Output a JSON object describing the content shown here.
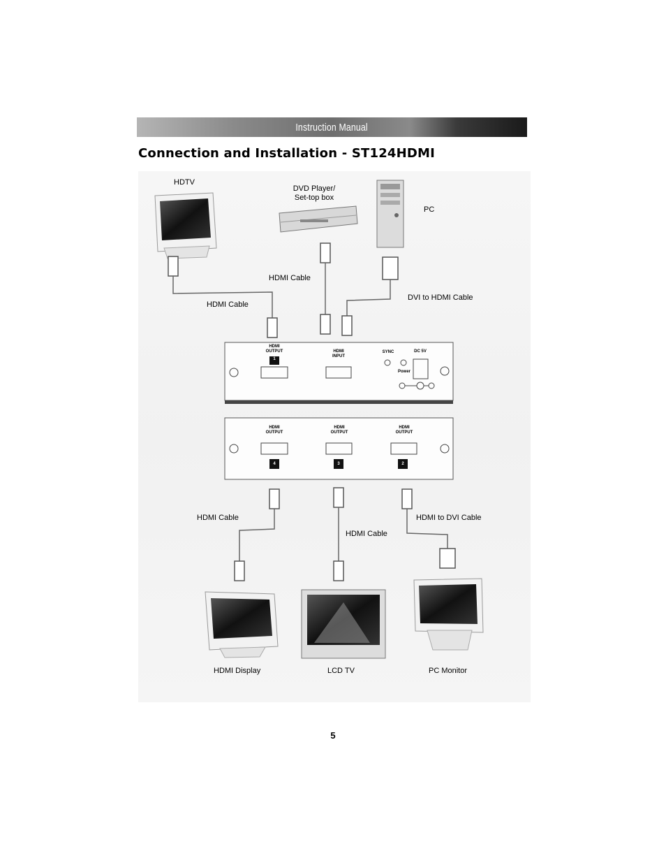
{
  "header": {
    "title": "Instruction Manual"
  },
  "page_title": "Connection and Installation - ST124HDMI",
  "diagram": {
    "devices": {
      "hdtv": "HDTV",
      "dvd": "DVD Player/\nSet-top box",
      "pc": "PC",
      "hdmi_display": "HDMI Display",
      "lcd_tv": "LCD TV",
      "pc_monitor": "PC Monitor"
    },
    "cables": {
      "top_center": "HDMI Cable",
      "top_left": "HDMI Cable",
      "dvi_to_hdmi": "DVI to HDMI Cable",
      "bottom_left": "HDMI Cable",
      "bottom_center": "HDMI Cable",
      "hdmi_to_dvi": "HDMI to DVI Cable"
    },
    "front_panel": {
      "output_label": "HDMI\nOUTPUT",
      "output_number": "1",
      "input_label": "HDMI\nINPUT",
      "sync_label": "SYNC",
      "dc_label": "DC 5V",
      "power_label": "Power"
    },
    "rear_panel": {
      "ports": [
        {
          "label": "HDMI\nOUTPUT",
          "number": "4"
        },
        {
          "label": "HDMI\nOUTPUT",
          "number": "3"
        },
        {
          "label": "HDMI\nOUTPUT",
          "number": "2"
        }
      ]
    }
  },
  "page_number": "5"
}
